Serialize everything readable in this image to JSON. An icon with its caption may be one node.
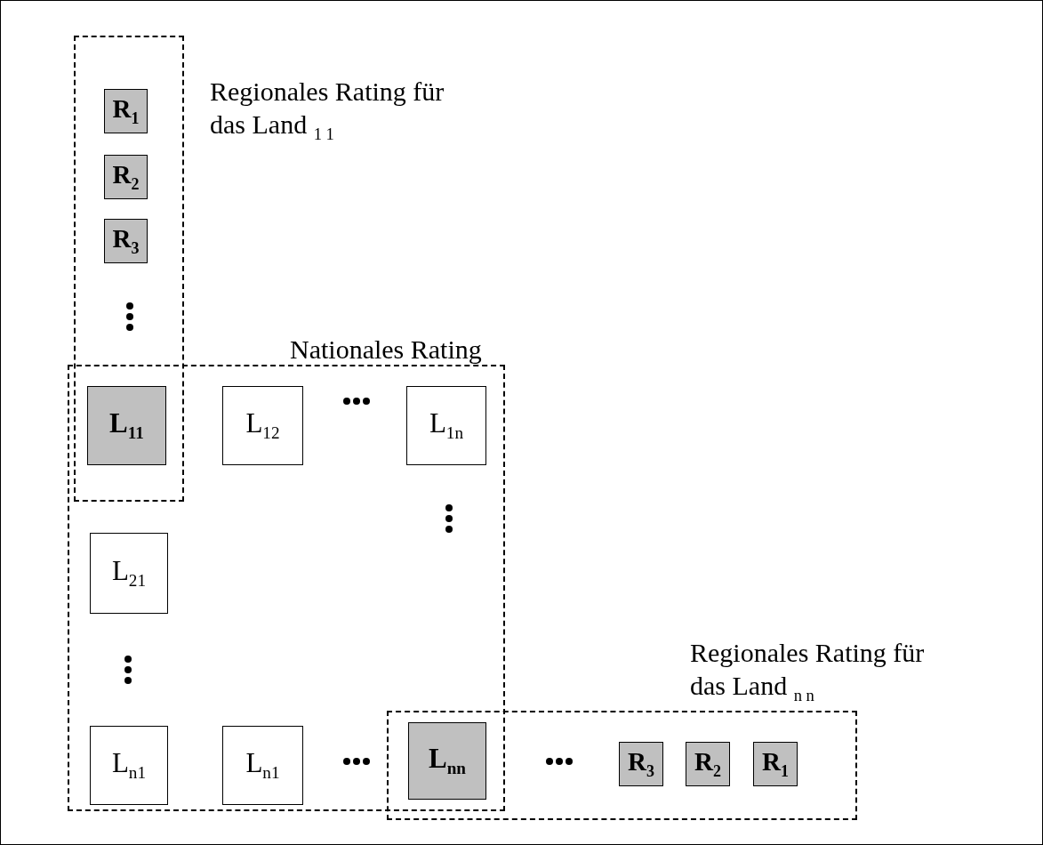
{
  "diagram": {
    "nodes": [
      {
        "text": [
          "Regionales Rating für das Land $_{1 1}$"
        ]
      },
      {
        "text": [
          "Nationales Rating"
        ]
      },
      {
        "text": [
          "Regionales Rating für das Land $_{n n}$"
        ]
      },
      {
        "text": [
          "R$_{1}$"
        ],
        "in": 0
      },
      {
        "text": [
          "R$_{2}$"
        ],
        "in": 0
      },
      {
        "text": [
          "R$_{3}$"
        ],
        "in": 0
      },
      {
        "text": [
          "L$_{11}$"
        ]
      },
      {
        "text": [
          "L$_{12}$"
        ],
        "in": 1
      },
      {
        "text": [
          "L$_{1n}$"
        ],
        "in": 1
      },
      {
        "text": [
          "L$_{21}$"
        ],
        "in": 1
      },
      {
        "text": [
          "L$_{n1}$"
        ],
        "in": 1
      },
      {
        "text": [
          "L$_{n1}$"
        ],
        "in": 1
      },
      {
        "text": [
          "L$_{nn}$"
        ]
      },
      {
        "text": [
          "R$_{3}$"
        ],
        "in": 2
      },
      {
        "text": [
          "R$_{2}$"
        ],
        "in": 2
      },
      {
        "text": [
          "R$_{1}$"
        ],
        "in": 2
      }
    ]
  }
}
